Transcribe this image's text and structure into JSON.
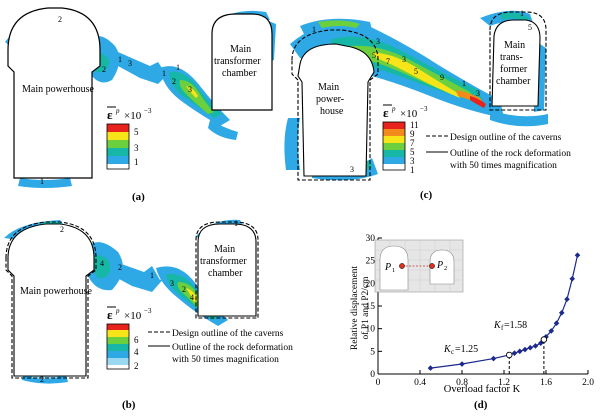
{
  "panels": {
    "a": {
      "label": "(a)",
      "cavern_left": "Main powerhouse",
      "cavern_right_lines": [
        "Main",
        "transformer",
        "chamber"
      ],
      "contour_labels": [
        "2",
        "1",
        "3",
        "1",
        "2",
        "1",
        "3",
        "2",
        "1"
      ],
      "legend": {
        "symbol": "ε",
        "scale": "×10",
        "exp": "−3",
        "levels": [
          "5",
          "3",
          "1"
        ],
        "colors": [
          "#e8231e",
          "#f7e51a",
          "#6ccf3d",
          "#16b7a6",
          "#2ea9e6",
          "#ffffff"
        ]
      }
    },
    "b": {
      "label": "(b)",
      "cavern_left": "Main powerhouse",
      "cavern_right_lines": [
        "Main",
        "transformer",
        "chamber"
      ],
      "contour_labels": [
        "2",
        "4",
        "2",
        "1",
        "3",
        "4",
        "2",
        "1",
        "2"
      ],
      "legend": {
        "symbol": "ε",
        "scale": "×10",
        "exp": "−3",
        "levels": [
          "6",
          "4",
          "2"
        ],
        "colors": [
          "#e8231e",
          "#f7e51a",
          "#6ccf3d",
          "#16b7a6",
          "#2ea9e6",
          "#9ad7f0",
          "#ffffff"
        ],
        "key_dashed": "Design outline of the caverns",
        "key_solid": [
          "Outline of the rock deformation",
          "with 50 times magnification"
        ]
      }
    },
    "c": {
      "label": "(c)",
      "cavern_left_lines": [
        "Main",
        "power-",
        "house"
      ],
      "cavern_right_lines": [
        "Main",
        "trans-",
        "former",
        "chamber"
      ],
      "contour_labels": [
        "1",
        "3",
        "5",
        "7",
        "3",
        "5",
        "9",
        "1",
        "3",
        "1",
        "5",
        "3"
      ],
      "legend": {
        "symbol": "ε",
        "scale": "×10",
        "exp": "−3",
        "levels": [
          "11",
          "9",
          "7",
          "5",
          "3",
          "1"
        ],
        "colors": [
          "#e8231e",
          "#f28a1c",
          "#f7e51a",
          "#6ccf3d",
          "#16b7a6",
          "#2ea9e6",
          "#ffffff"
        ],
        "key_dashed": "Design outline of the caverns",
        "key_solid": [
          "Outline of the rock deformation",
          "with 50 times magnification"
        ]
      }
    },
    "d": {
      "label": "(d)",
      "inset": {
        "p1": "P",
        "p1_sub": "1",
        "p2": "P",
        "p2_sub": "2"
      },
      "annotations": [
        {
          "prefix": "K",
          "sub": "c",
          "text": "=1.25"
        },
        {
          "prefix": "K",
          "sub": "f",
          "text": "=1.58"
        }
      ]
    }
  },
  "chart_data": {
    "type": "line",
    "title": "",
    "xlabel": "Overload factor K",
    "ylabel_lines": [
      "Relative displacement",
      "of P1 and P2/cm"
    ],
    "xlim": [
      0,
      2.0
    ],
    "ylim": [
      0,
      30
    ],
    "xticks": [
      "0",
      "0.4",
      "0.8",
      "1.2",
      "1.6",
      "2.0"
    ],
    "yticks": [
      "0",
      "5",
      "10",
      "15",
      "20",
      "25",
      "30"
    ],
    "marked_x": [
      1.25,
      1.58
    ],
    "marked_y": [
      4.2,
      7.6
    ],
    "x": [
      0.5,
      0.8,
      1.1,
      1.25,
      1.3,
      1.35,
      1.4,
      1.45,
      1.5,
      1.55,
      1.58,
      1.6,
      1.65,
      1.7,
      1.75,
      1.8,
      1.85,
      1.9
    ],
    "y": [
      1.3,
      2.2,
      3.4,
      4.2,
      4.6,
      5.0,
      5.4,
      5.8,
      6.2,
      6.8,
      7.6,
      8.2,
      9.5,
      11.2,
      13.5,
      16.5,
      21.0,
      26.2
    ]
  }
}
